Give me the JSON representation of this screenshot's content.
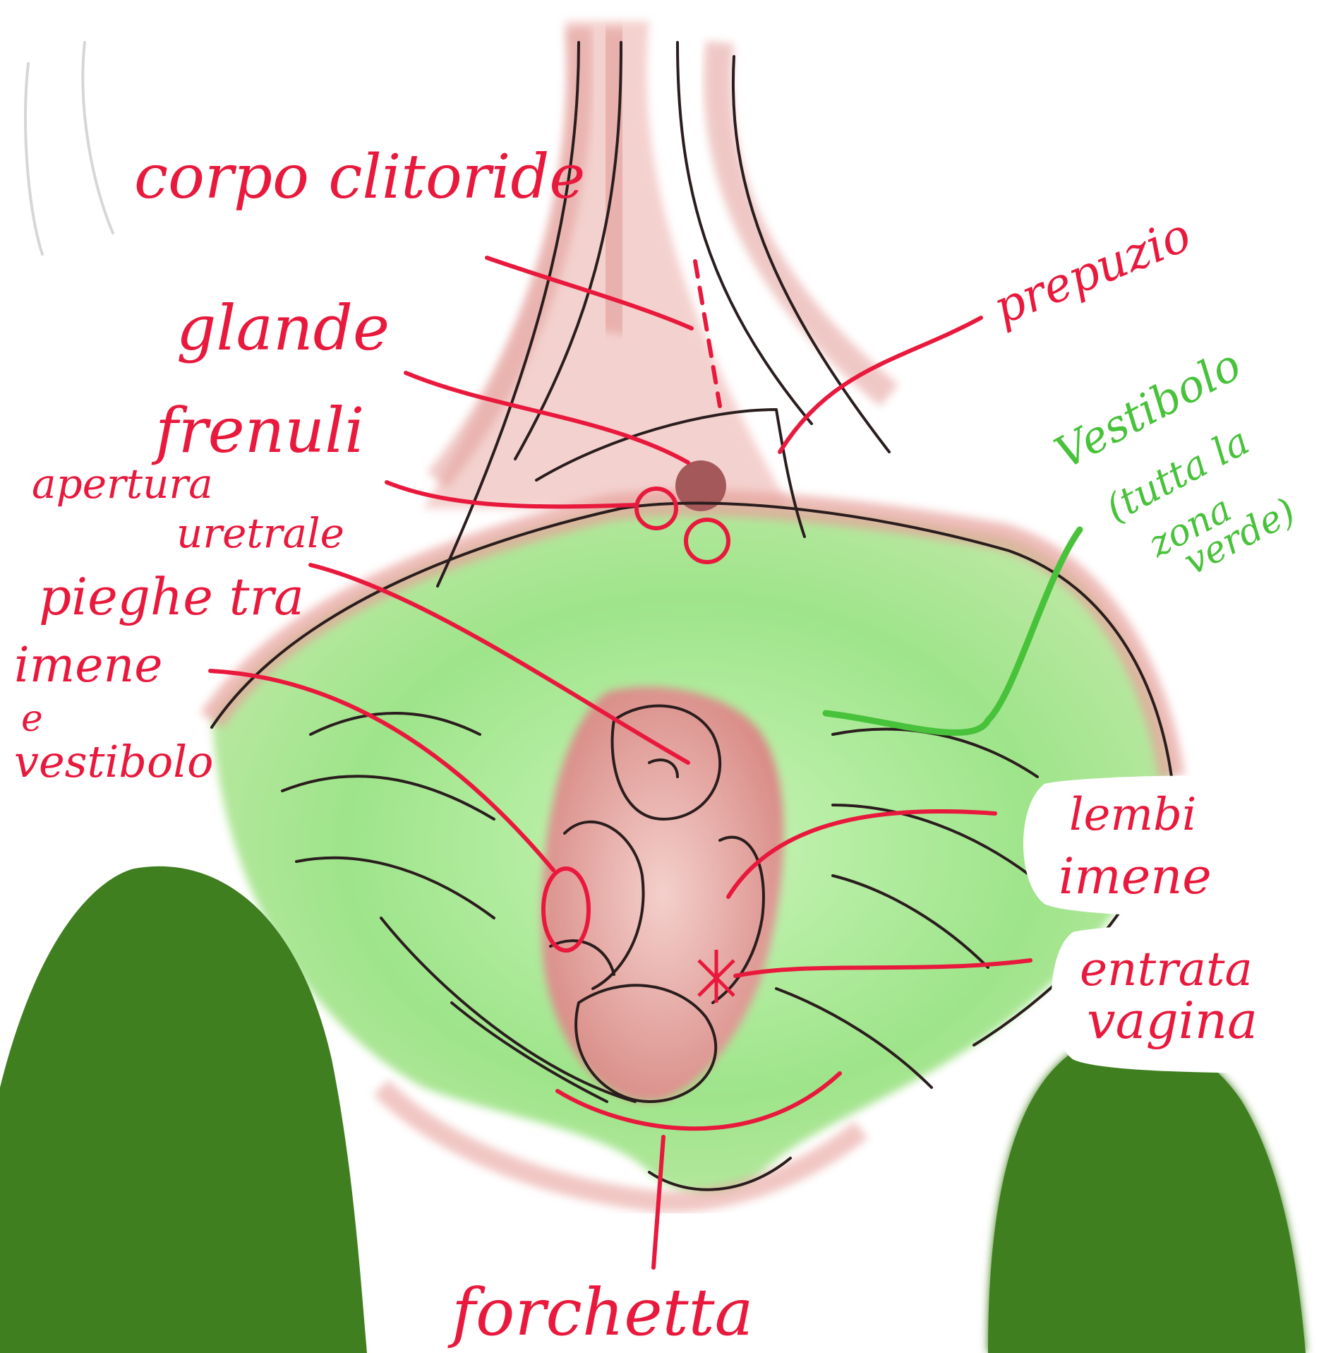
{
  "colors": {
    "annotation_red": "#e8193c",
    "annotation_green": "#47c23a",
    "vestibule_green": "#8fdc7a",
    "thigh_green": "#3f7f1f",
    "tissue_pink": "#e8a3a0",
    "outline_ink": "#2a1d1d"
  },
  "labels": {
    "corpo_clitoride": "corpo clitoride",
    "glande": "glande",
    "frenuli": "frenuli",
    "apertura_uretrale_1": "apertura",
    "apertura_uretrale_2": "uretrale",
    "pieghe_1": "pieghe tra",
    "pieghe_2": "imene",
    "pieghe_3": "e",
    "pieghe_4": "vestibolo",
    "prepuzio": "prepuzio",
    "vestibolo_1": "Vestibolo",
    "vestibolo_2": "(tutta la",
    "vestibolo_3": "zona",
    "vestibolo_4": "verde)",
    "lembi_1": "lembi",
    "lembi_2": "imene",
    "entrata_1": "entrata",
    "entrata_2": "vagina",
    "forchetta": "forchetta"
  }
}
